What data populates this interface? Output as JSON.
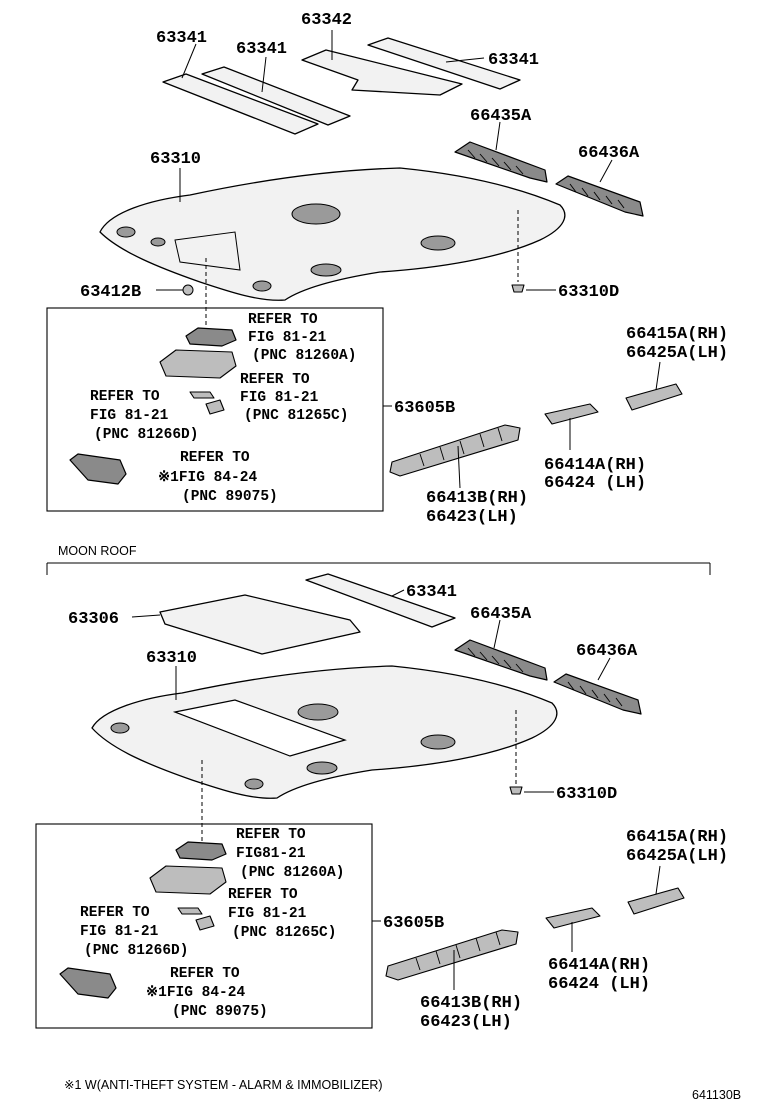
{
  "section_label": "MOON ROOF",
  "footnote": "※1 W(ANTI-THEFT SYSTEM - ALARM & IMMOBILIZER)",
  "figure_code": "641130B",
  "upper": {
    "headliner_63310": "63310",
    "mat_a": "63341",
    "mat_b": "63341",
    "mat_c": "63342",
    "mat_d": "63341",
    "assist_66435A": "66435A",
    "assist_66436A": "66436A",
    "clip_63412B": "63412B",
    "clip_63310D": "63310D",
    "lamp_ref_line1": "REFER TO",
    "lamp_ref_line2": "FIG 81-21",
    "lamp_ref_line3": "(PNC 81260A)",
    "lens_ref_line1": "REFER TO",
    "lens_ref_line2": "FIG 81-21",
    "lens_ref_line3": "(PNC 81265C)",
    "small_ref_line1": "REFER TO",
    "small_ref_line2": "FIG 81-21",
    "small_ref_line3": "(PNC 81266D)",
    "sensor_ref_line1": "REFER TO",
    "sensor_ref_line2": "※1FIG 84-24",
    "sensor_ref_line3": "(PNC 89075)",
    "box_label": "63605B",
    "bracket_66415_rh": "66415A(RH)",
    "bracket_66425_lh": "66425A(LH)",
    "bracket_66414_rh": "66414A(RH)",
    "bracket_66424_lh": "66424 (LH)",
    "rail_66413_rh": "66413B(RH)",
    "rail_66423_lh": "66423(LH)"
  },
  "lower": {
    "mat_63341": "63341",
    "shade_63306": "63306",
    "headliner_63310": "63310",
    "assist_66435A": "66435A",
    "assist_66436A": "66436A",
    "clip_63310D": "63310D",
    "lamp_ref_line1": "REFER TO",
    "lamp_ref_line2": "FIG81-21",
    "lamp_ref_line3": "(PNC 81260A)",
    "lens_ref_line1": "REFER TO",
    "lens_ref_line2": "FIG 81-21",
    "lens_ref_line3": "(PNC 81265C)",
    "small_ref_line1": "REFER TO",
    "small_ref_line2": "FIG 81-21",
    "small_ref_line3": "(PNC 81266D)",
    "sensor_ref_line1": "REFER TO",
    "sensor_ref_line2": "※1FIG 84-24",
    "sensor_ref_line3": "(PNC 89075)",
    "box_label": "63605B",
    "bracket_66415_rh": "66415A(RH)",
    "bracket_66425_lh": "66425A(LH)",
    "bracket_66414_rh": "66414A(RH)",
    "bracket_66424_lh": "66424 (LH)",
    "rail_66413_rh": "66413B(RH)",
    "rail_66423_lh": "66423(LH)"
  }
}
